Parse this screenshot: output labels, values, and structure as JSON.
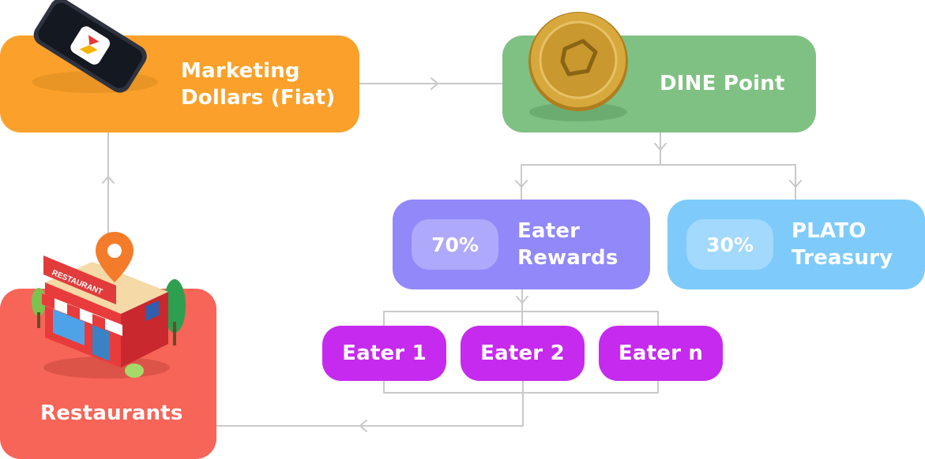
{
  "colors": {
    "marketing": "#FBA12B",
    "dine": "#7FC183",
    "eater_rewards": "#9188FA",
    "plato": "#7ECBFB",
    "eater": "#C62AEF",
    "restaurants": "#F76458",
    "connector": "#C9C9C9",
    "coin": "#C9982E"
  },
  "nodes": {
    "marketing": {
      "label_line1": "Marketing",
      "label_line2": "Dollars (Fiat)",
      "icon": "phone-app-icon"
    },
    "dine_point": {
      "label": "DINE Point",
      "icon": "gold-coin-icon"
    },
    "eater_rewards": {
      "percent": "70%",
      "label_line1": "Eater",
      "label_line2": "Rewards"
    },
    "plato_treasury": {
      "percent": "30%",
      "label_line1": "PLATO",
      "label_line2": "Treasury"
    },
    "eater_1": {
      "label": "Eater 1"
    },
    "eater_2": {
      "label": "Eater 2"
    },
    "eater_n": {
      "label": "Eater n"
    },
    "restaurants": {
      "label": "Restaurants",
      "icon": "restaurant-building-icon",
      "sign": "RESTAURANT"
    }
  }
}
